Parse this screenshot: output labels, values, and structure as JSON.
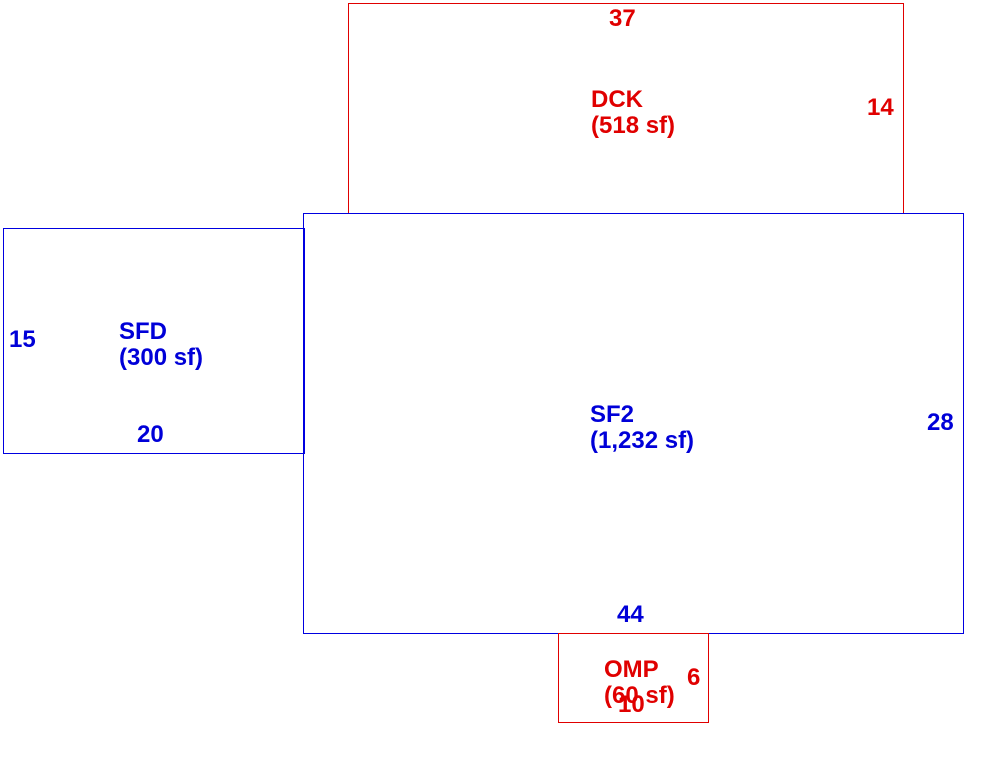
{
  "colors": {
    "living": "#0000d8",
    "exterior": "#e00000"
  },
  "areas": {
    "dck": {
      "code": "DCK",
      "area": "(518 sf)",
      "dim_top": "37",
      "dim_right": "14"
    },
    "sfd": {
      "code": "SFD",
      "area": "(300 sf)",
      "dim_left": "15",
      "dim_bottom": "20"
    },
    "sf2": {
      "code": "SF2",
      "area": "(1,232 sf)",
      "dim_right": "28",
      "dim_bottom": "44"
    },
    "omp": {
      "code": "OMP",
      "area": "(60 sf)",
      "dim_right": "6",
      "dim_bottom": "10"
    }
  }
}
